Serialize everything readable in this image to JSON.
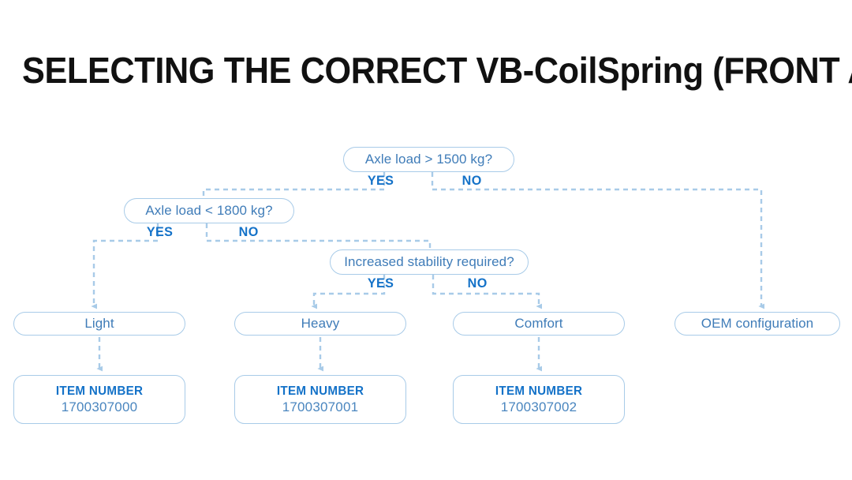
{
  "title": "SELECTING THE CORRECT VB-CoilSpring (FRONT AXLE)",
  "colors": {
    "background": "#ffffff",
    "title_text": "#111111",
    "node_border": "#a8cbe8",
    "node_text": "#3f7cb8",
    "branch_label": "#1472c8",
    "item_label": "#1472c8",
    "item_value": "#4a86bf",
    "connector": "#a8cbe8"
  },
  "diagram": {
    "type": "decision-flowchart",
    "decisions": [
      {
        "id": "axle-load-1500",
        "text": "Axle load > 1500 kg?",
        "yes_label": "YES",
        "no_label": "NO",
        "yes_target": "axle-load-1800",
        "no_target": "oem-configuration"
      },
      {
        "id": "axle-load-1800",
        "text": "Axle load < 1800 kg?",
        "yes_label": "YES",
        "no_label": "NO",
        "yes_target": "light",
        "no_target": "increased-stability"
      },
      {
        "id": "increased-stability",
        "text": "Increased stability required?",
        "yes_label": "YES",
        "no_label": "NO",
        "yes_target": "heavy",
        "no_target": "comfort"
      }
    ],
    "results": [
      {
        "id": "light",
        "text": "Light"
      },
      {
        "id": "heavy",
        "text": "Heavy"
      },
      {
        "id": "comfort",
        "text": "Comfort"
      },
      {
        "id": "oem-configuration",
        "text": "OEM configuration"
      }
    ],
    "items": [
      {
        "id": "item-light",
        "label": "ITEM NUMBER",
        "value": "1700307000",
        "from": "light"
      },
      {
        "id": "item-heavy",
        "label": "ITEM NUMBER",
        "value": "1700307001",
        "from": "heavy"
      },
      {
        "id": "item-comfort",
        "label": "ITEM NUMBER",
        "value": "1700307002",
        "from": "comfort"
      }
    ]
  }
}
